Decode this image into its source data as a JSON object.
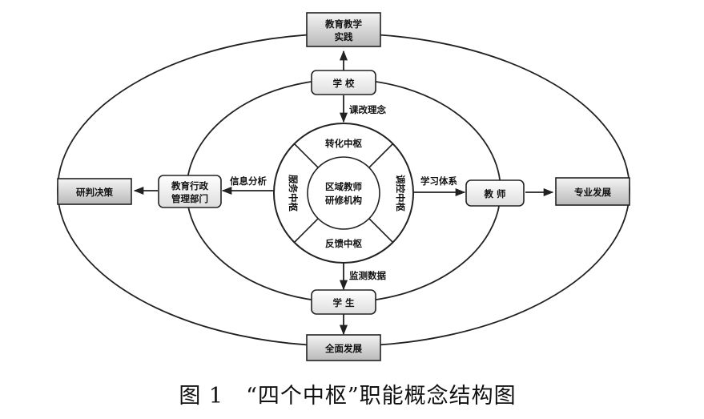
{
  "diagram": {
    "boxes": {
      "teaching_practice": [
        "教育教学",
        "实践"
      ],
      "school": "学 校",
      "research_decision": "研判决策",
      "admin_dept": [
        "教育行政",
        "管理部门"
      ],
      "teacher": "教 师",
      "professional_dev": "专业发展",
      "student": "学 生",
      "overall_dev": "全面发展"
    },
    "core": {
      "center": [
        "区域教师",
        "研修机构"
      ],
      "top_segment": "转化中枢",
      "bottom_segment": "反馈中枢",
      "left_segment": "服务中枢",
      "right_segment": "调控中枢"
    },
    "arrow_labels": {
      "school_to_core": "课改理念",
      "core_to_admin": "信息分析",
      "core_to_teacher": "学习体系",
      "core_to_student": "监测数据"
    }
  },
  "caption": "图 1　“四个中枢”职能概念结构图"
}
